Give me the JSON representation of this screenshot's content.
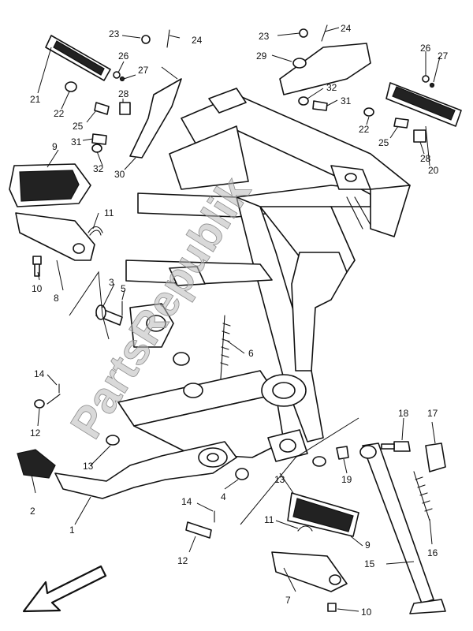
{
  "watermark": "PartsRepublik",
  "callouts": {
    "c1": "1",
    "c2": "2",
    "c3": "3",
    "c4": "4",
    "c5": "5",
    "c6": "6",
    "c7": "7",
    "c8": "8",
    "c9a": "9",
    "c9b": "9",
    "c10a": "10",
    "c10b": "10",
    "c11a": "11",
    "c11b": "11",
    "c12a": "12",
    "c12b": "12",
    "c13a": "13",
    "c13b": "13",
    "c14a": "14",
    "c14b": "14",
    "c15": "15",
    "c16": "16",
    "c17": "17",
    "c18": "18",
    "c19": "19",
    "c20": "20",
    "c21": "21",
    "c22a": "22",
    "c22b": "22",
    "c23a": "23",
    "c23b": "23",
    "c24a": "24",
    "c24b": "24",
    "c25a": "25",
    "c25b": "25",
    "c26a": "26",
    "c26b": "26",
    "c27a": "27",
    "c27b": "27",
    "c28a": "28",
    "c28b": "28",
    "c29": "29",
    "c30": "30",
    "c31a": "31",
    "c31b": "31",
    "c32a": "32",
    "c32b": "32"
  }
}
